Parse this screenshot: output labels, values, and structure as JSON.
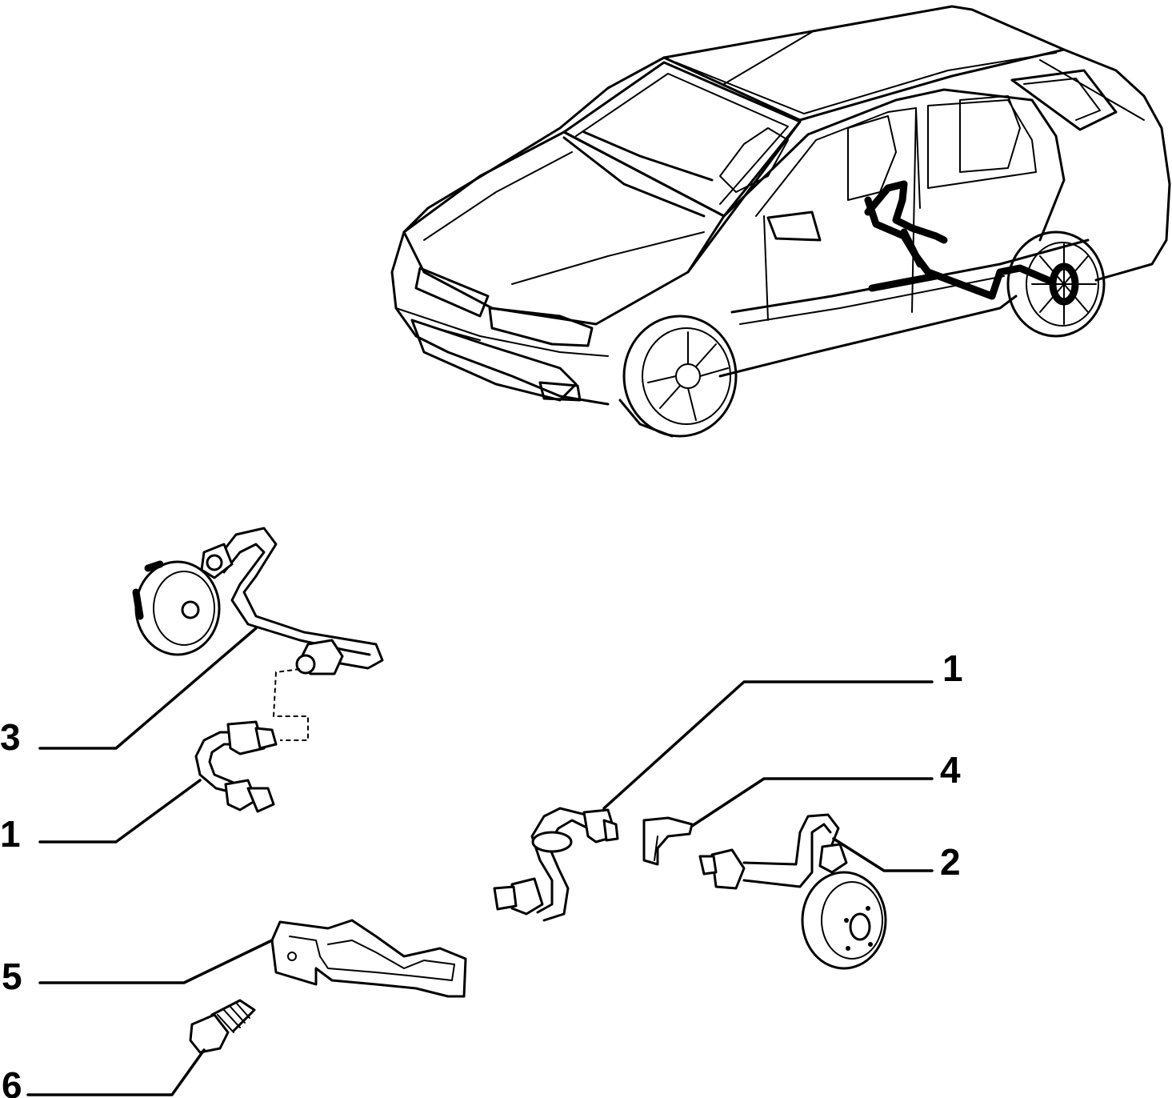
{
  "diagram": {
    "callouts": [
      {
        "id": "c3-left",
        "label": "3"
      },
      {
        "id": "c1-left",
        "label": "1"
      },
      {
        "id": "c5-left",
        "label": "5"
      },
      {
        "id": "c6-left",
        "label": "6"
      },
      {
        "id": "c1-right",
        "label": "1"
      },
      {
        "id": "c4-right",
        "label": "4"
      },
      {
        "id": "c2-right",
        "label": "2"
      }
    ]
  }
}
